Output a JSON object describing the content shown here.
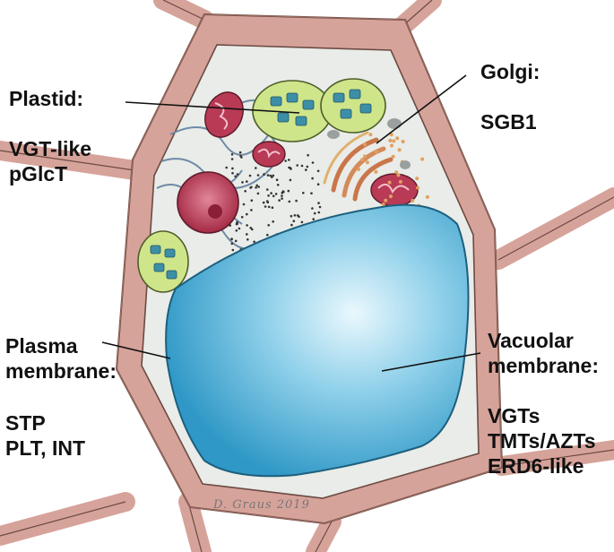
{
  "labels": {
    "plastid_title": "Plastid:",
    "plastid_list_1": "VGT-like",
    "plastid_list_2": "pGlcT",
    "golgi_title": "Golgi:",
    "golgi_list_1": "SGB1",
    "plasma_title_1": "Plasma",
    "plasma_title_2": "membrane:",
    "plasma_list_1": "STP",
    "plasma_list_2": "PLT, INT",
    "vacuolar_title_1": "Vacuolar",
    "vacuolar_title_2": "membrane:",
    "vacuolar_list_1": "VGTs",
    "vacuolar_list_2": "TMTs/AZTs",
    "vacuolar_list_3": "ERD6-like"
  },
  "signature": "D. Graus 2019",
  "colors": {
    "cell_wall": "#d6a39a",
    "wall_outline": "#6b4a42",
    "cytoplasm": "#e9ece8",
    "vacuole": "#4fb3d9",
    "vacuole_light": "#d8f1fa",
    "chloroplast": "#cfe58a",
    "thylakoid": "#3d8fa8",
    "mitochondrion": "#b83a55",
    "nucleus": "#b5344f",
    "er": "#6f8aa6",
    "golgi": "#c9764a"
  }
}
